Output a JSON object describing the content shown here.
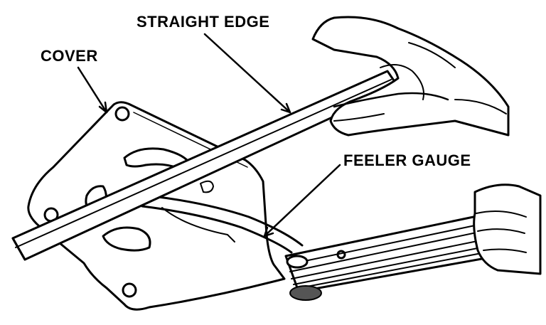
{
  "labels": {
    "cover": "COVER",
    "straight_edge": "STRAIGHT EDGE",
    "feeler_gauge": "FEELER GAUGE"
  },
  "colors": {
    "line": "#000000",
    "paper": "#ffffff"
  }
}
